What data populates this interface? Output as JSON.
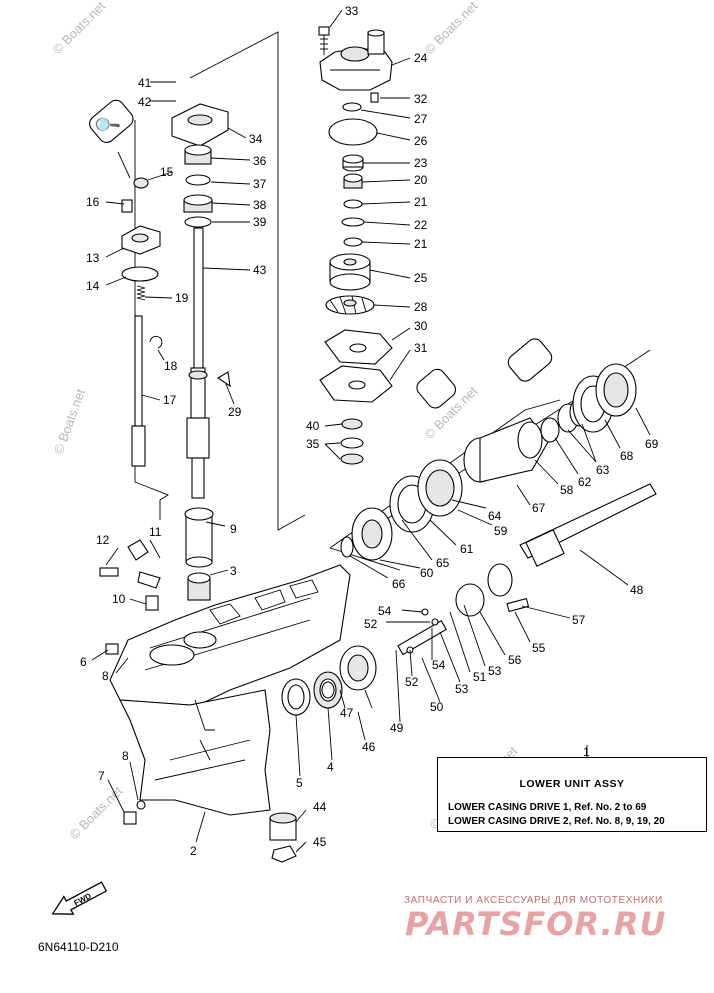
{
  "callouts": [
    "33",
    "24",
    "41",
    "42",
    "32",
    "27",
    "26",
    "34",
    "23",
    "36",
    "15",
    "20",
    "37",
    "21",
    "16",
    "38",
    "39",
    "22",
    "13",
    "21",
    "43",
    "25",
    "14",
    "19",
    "28",
    "30",
    "18",
    "31",
    "17",
    "29",
    "40",
    "35",
    "69",
    "68",
    "63",
    "62",
    "58",
    "67",
    "64",
    "59",
    "9",
    "61",
    "11",
    "12",
    "65",
    "60",
    "66",
    "3",
    "48",
    "10",
    "54",
    "52",
    "57",
    "55",
    "6",
    "56",
    "54",
    "53",
    "8",
    "51",
    "52",
    "53",
    "50",
    "47",
    "49",
    "46",
    "4",
    "5",
    "1",
    "8",
    "7",
    "44",
    "2",
    "45"
  ],
  "watermark": "© Boats.net",
  "assembly_box": {
    "title": "LOWER  UNIT  ASSY",
    "row1": "LOWER CASING DRIVE 1,  Ref. No. 2 to 69",
    "row2": "LOWER CASING DRIVE 2,  Ref. No. 8, 9, 19, 20"
  },
  "fwd_label": "FWD",
  "diagram_code": "6N64110-D210",
  "shop": {
    "tagline": "ЗАПЧАСТИ И АКСЕССУАРЫ ДЛЯ МОТОТЕХНИКИ",
    "logo": "PARTSFOR.RU"
  }
}
